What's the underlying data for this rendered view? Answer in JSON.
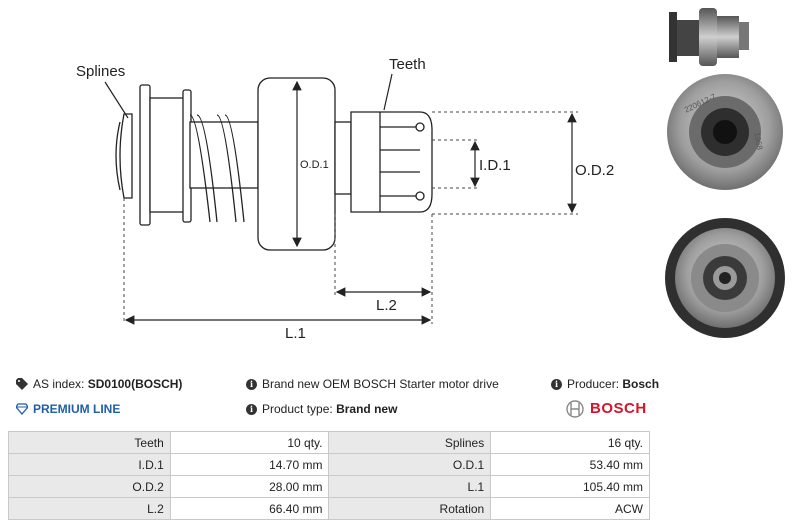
{
  "diagram": {
    "labels": {
      "splines": "Splines",
      "teeth": "Teeth",
      "od1": "O.D.1",
      "id1": "I.D.1",
      "od2": "O.D.2",
      "l2": "L.2",
      "l1": "L.1"
    }
  },
  "info": {
    "as_index_label": "AS index:",
    "as_index_value": "SD0100(BOSCH)",
    "premium_line": "PREMIUM LINE",
    "description": "Brand new OEM BOSCH Starter motor drive",
    "product_type_label": "Product type:",
    "product_type_value": "Brand new",
    "producer_label": "Producer:",
    "producer_value": "Bosch",
    "brand_logo_text": "BOSCH"
  },
  "photos": {
    "part_marking": "220612-7",
    "part_marking_2": "1968"
  },
  "specs": [
    {
      "k1": "Teeth",
      "v1": "10 qty.",
      "k2": "Splines",
      "v2": "16 qty."
    },
    {
      "k1": "I.D.1",
      "v1": "14.70 mm",
      "k2": "O.D.1",
      "v2": "53.40 mm"
    },
    {
      "k1": "O.D.2",
      "v1": "28.00 mm",
      "k2": "L.1",
      "v2": "105.40 mm"
    },
    {
      "k1": "L.2",
      "v1": "66.40 mm",
      "k2": "Rotation",
      "v2": "ACW"
    }
  ],
  "colors": {
    "brand_red": "#d4152b",
    "premium_blue": "#1f5fa8"
  }
}
